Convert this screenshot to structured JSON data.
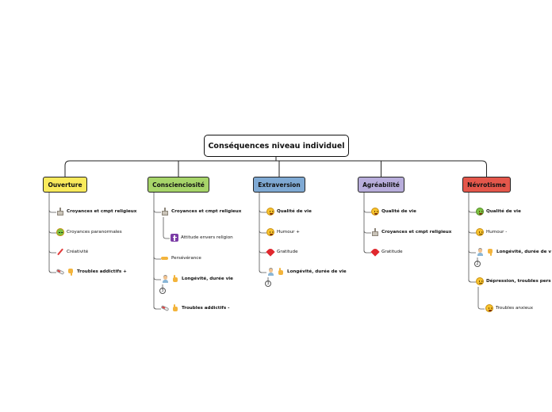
{
  "root": {
    "label": "Conséquences niveau individuel"
  },
  "branches": [
    {
      "label": "Ouverture",
      "color": "#f9ea5c",
      "items": [
        {
          "text": "Croyances et cmpt religieux",
          "bold": true,
          "icons": [
            "church-icon"
          ]
        },
        {
          "text": "Croyances paranormales",
          "bold": false,
          "icons": [
            "alien-icon"
          ]
        },
        {
          "text": "Créativité",
          "bold": false,
          "icons": [
            "pencil-icon"
          ]
        },
        {
          "text": "Troubles addictifs +",
          "bold": true,
          "icons": [
            "pill-icon",
            "thumbs-down-icon"
          ]
        }
      ]
    },
    {
      "label": "Conscienciosité",
      "color": "#a7d56a",
      "items": [
        {
          "text": "Croyances et cmpt religieux",
          "bold": true,
          "icons": [
            "church-icon"
          ]
        },
        {
          "text": "Attitude envers religion",
          "bold": false,
          "icons": [
            "cross-icon"
          ]
        },
        {
          "text": "Persévérance",
          "bold": false,
          "icons": [
            "hand-icon"
          ]
        },
        {
          "text": "Longévité, durée vie",
          "bold": true,
          "icons": [
            "person-icon",
            "thumbs-up-icon"
          ],
          "badge": "3"
        },
        {
          "text": "Troubles addictifs -",
          "bold": true,
          "icons": [
            "pill-icon",
            "thumbs-up-icon"
          ]
        }
      ]
    },
    {
      "label": "Extraversion",
      "color": "#7fa9d3",
      "items": [
        {
          "text": "Qualité de vie",
          "bold": true,
          "icons": [
            "smiley-icon"
          ]
        },
        {
          "text": "Humour +",
          "bold": false,
          "icons": [
            "laughing-icon"
          ]
        },
        {
          "text": "Gratitude",
          "bold": false,
          "icons": [
            "heart-icon"
          ]
        },
        {
          "text": "Longévité, durée de vie",
          "bold": true,
          "icons": [
            "person-icon",
            "thumbs-up-icon"
          ],
          "badge": "3"
        }
      ]
    },
    {
      "label": "Agréabilité",
      "color": "#b8addb",
      "items": [
        {
          "text": "Qualité de vie",
          "bold": true,
          "icons": [
            "smiley-icon"
          ]
        },
        {
          "text": "Croyances et cmpt religieux",
          "bold": true,
          "icons": [
            "church-icon"
          ]
        },
        {
          "text": "Gratitude",
          "bold": false,
          "icons": [
            "heart-icon"
          ]
        }
      ]
    },
    {
      "label": "Névrotisme",
      "color": "#e4574b",
      "items": [
        {
          "text": "Qualité de vie",
          "bold": true,
          "icons": [
            "sick-face-icon"
          ]
        },
        {
          "text": "Humour -",
          "bold": false,
          "icons": [
            "sad-face-icon"
          ]
        },
        {
          "text": "Longévité, durée de v",
          "bold": true,
          "icons": [
            "person-icon",
            "thumbs-down-icon"
          ],
          "badge": "2"
        },
        {
          "text": "Dépression, troubles pers",
          "bold": true,
          "icons": [
            "sad-face-icon"
          ]
        },
        {
          "text": "Troubles anxieux",
          "bold": false,
          "icons": [
            "anxious-face-icon"
          ]
        }
      ]
    }
  ]
}
